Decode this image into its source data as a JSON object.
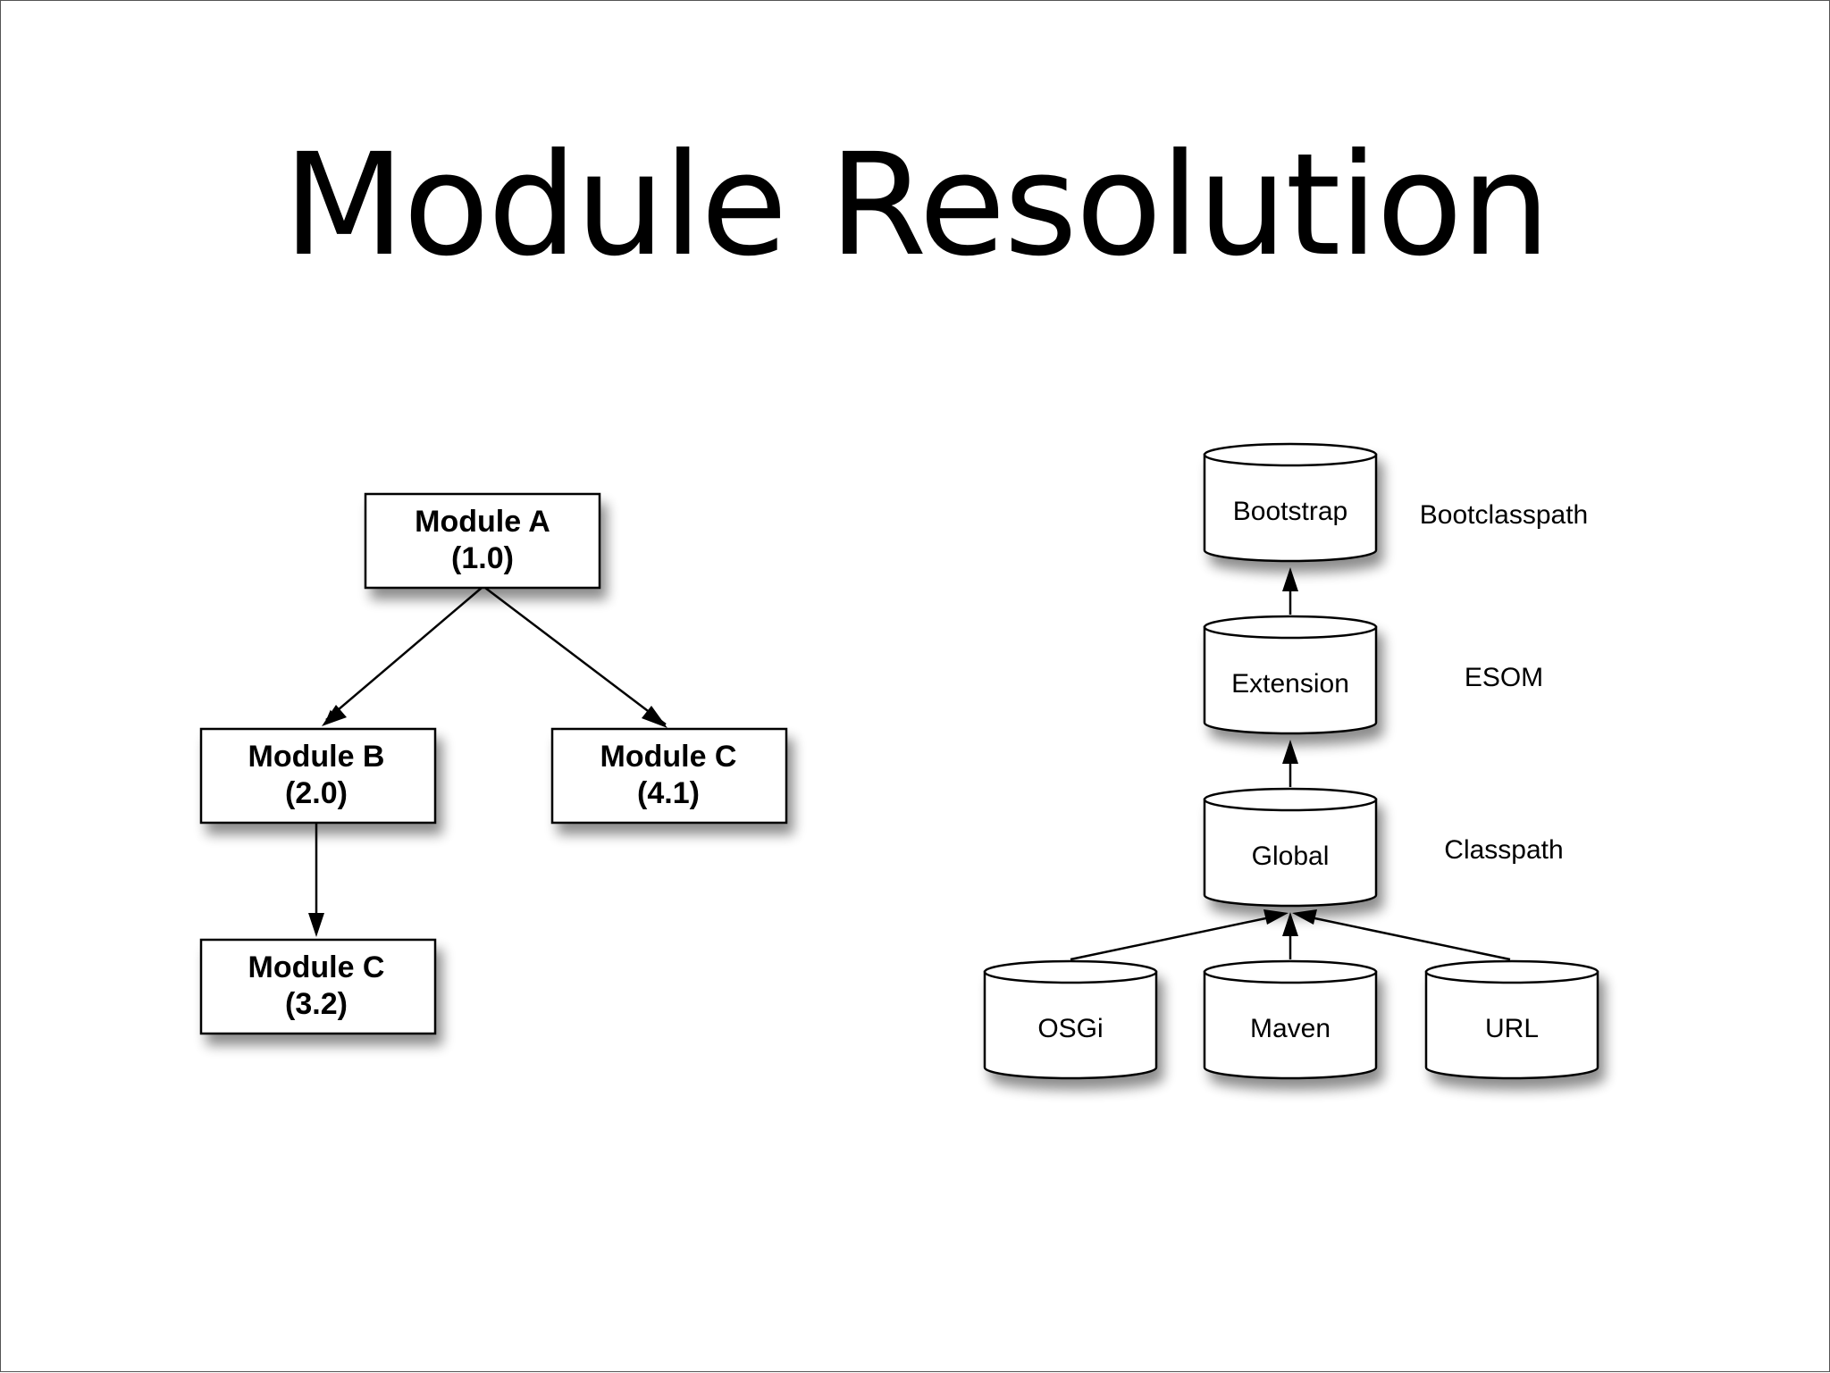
{
  "title": "Module Resolution",
  "dependency_tree": {
    "module_a": {
      "name": "Module A",
      "version": "(1.0)"
    },
    "module_b": {
      "name": "Module B",
      "version": "(2.0)"
    },
    "module_c_top": {
      "name": "Module C",
      "version": "(4.1)"
    },
    "module_c_bottom": {
      "name": "Module C",
      "version": "(3.2)"
    }
  },
  "classloader_stack": {
    "bootstrap": {
      "label": "Bootstrap",
      "side_label": "Bootclasspath"
    },
    "extension": {
      "label": "Extension",
      "side_label": "ESOM"
    },
    "global": {
      "label": "Global",
      "side_label": "Classpath"
    },
    "sources": [
      {
        "label": "OSGi"
      },
      {
        "label": "Maven"
      },
      {
        "label": "URL"
      }
    ]
  }
}
